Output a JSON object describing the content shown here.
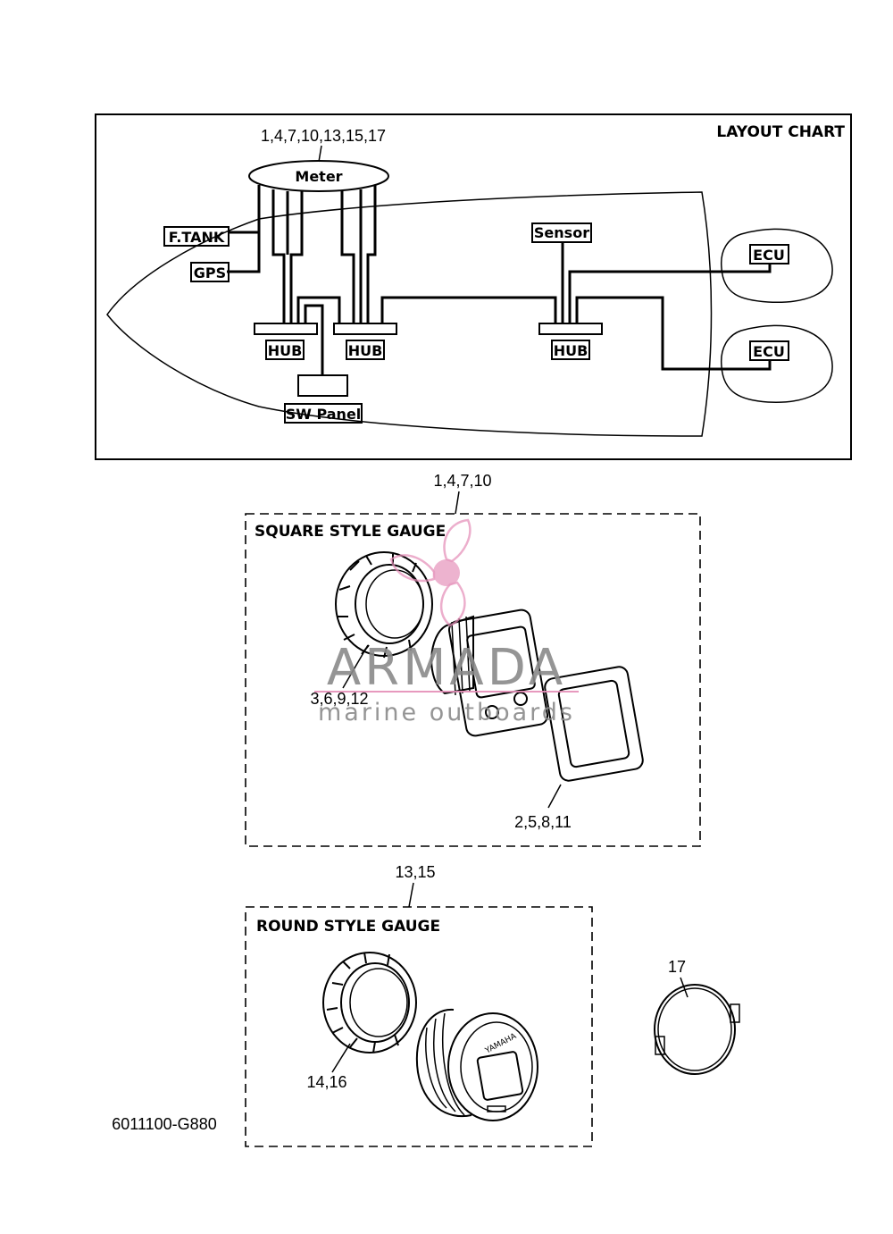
{
  "layout_chart": {
    "title": "LAYOUT CHART",
    "meter_label": "Meter",
    "meter_parts": "1,4,7,10,13,15,17",
    "ftank": "F.TANK",
    "gps": "GPS",
    "sensor": "Sensor",
    "hub_labels": [
      "HUB",
      "HUB",
      "HUB"
    ],
    "ecu_labels": [
      "ECU",
      "ECU"
    ],
    "sw_panel": "SW Panel"
  },
  "square_gauge": {
    "title": "SQUARE STYLE GAUGE",
    "parts_top": "1,4,7,10",
    "parts_nut": "3,6,9,12",
    "parts_bezel": "2,5,8,11"
  },
  "round_gauge": {
    "title": "ROUND STYLE GAUGE",
    "parts_top": "13,15",
    "parts_nut": "14,16",
    "brand": "YAMAHA"
  },
  "clip_part": "17",
  "diagram_code": "6011100-G880",
  "watermark": {
    "brand": "ARMADA",
    "tagline": "marine outboards",
    "color": "#e58fb8"
  }
}
